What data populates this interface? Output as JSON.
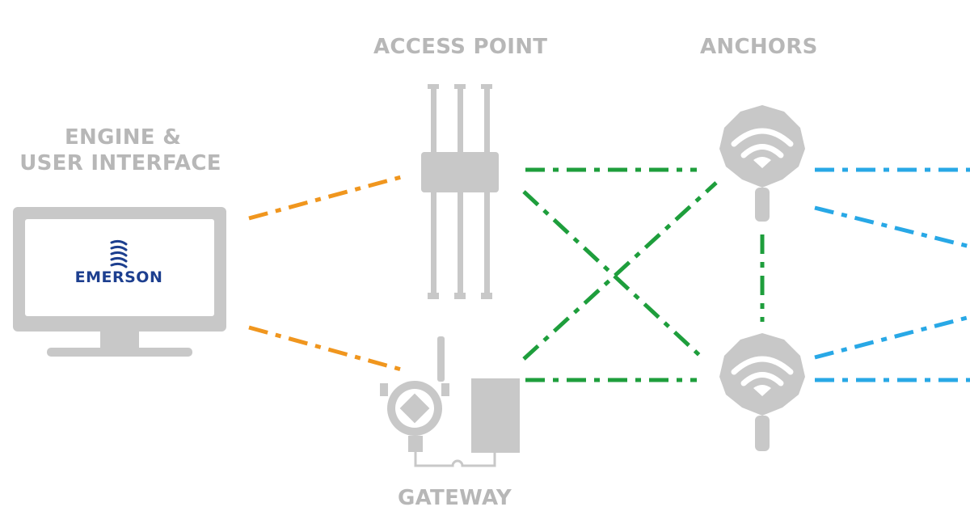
{
  "labels": {
    "access_point": "ACCESS POINT",
    "anchors": "ANCHORS",
    "engine_line1": "ENGINE &",
    "engine_line2": "USER INTERFACE",
    "gateway": "GATEWAY"
  },
  "logo": {
    "text": "EMERSON"
  },
  "colors": {
    "device_gray": "#c8c8c8",
    "label_gray": "#b7b7b7",
    "orange_link": "#f0961e",
    "green_link": "#1e9e3c",
    "blue_link": "#28a8e6",
    "brand_blue": "#1d3f8f"
  },
  "icons": [
    "monitor-icon",
    "access-point-icon",
    "gateway-icon",
    "anchor-icon",
    "wifi-icon"
  ]
}
